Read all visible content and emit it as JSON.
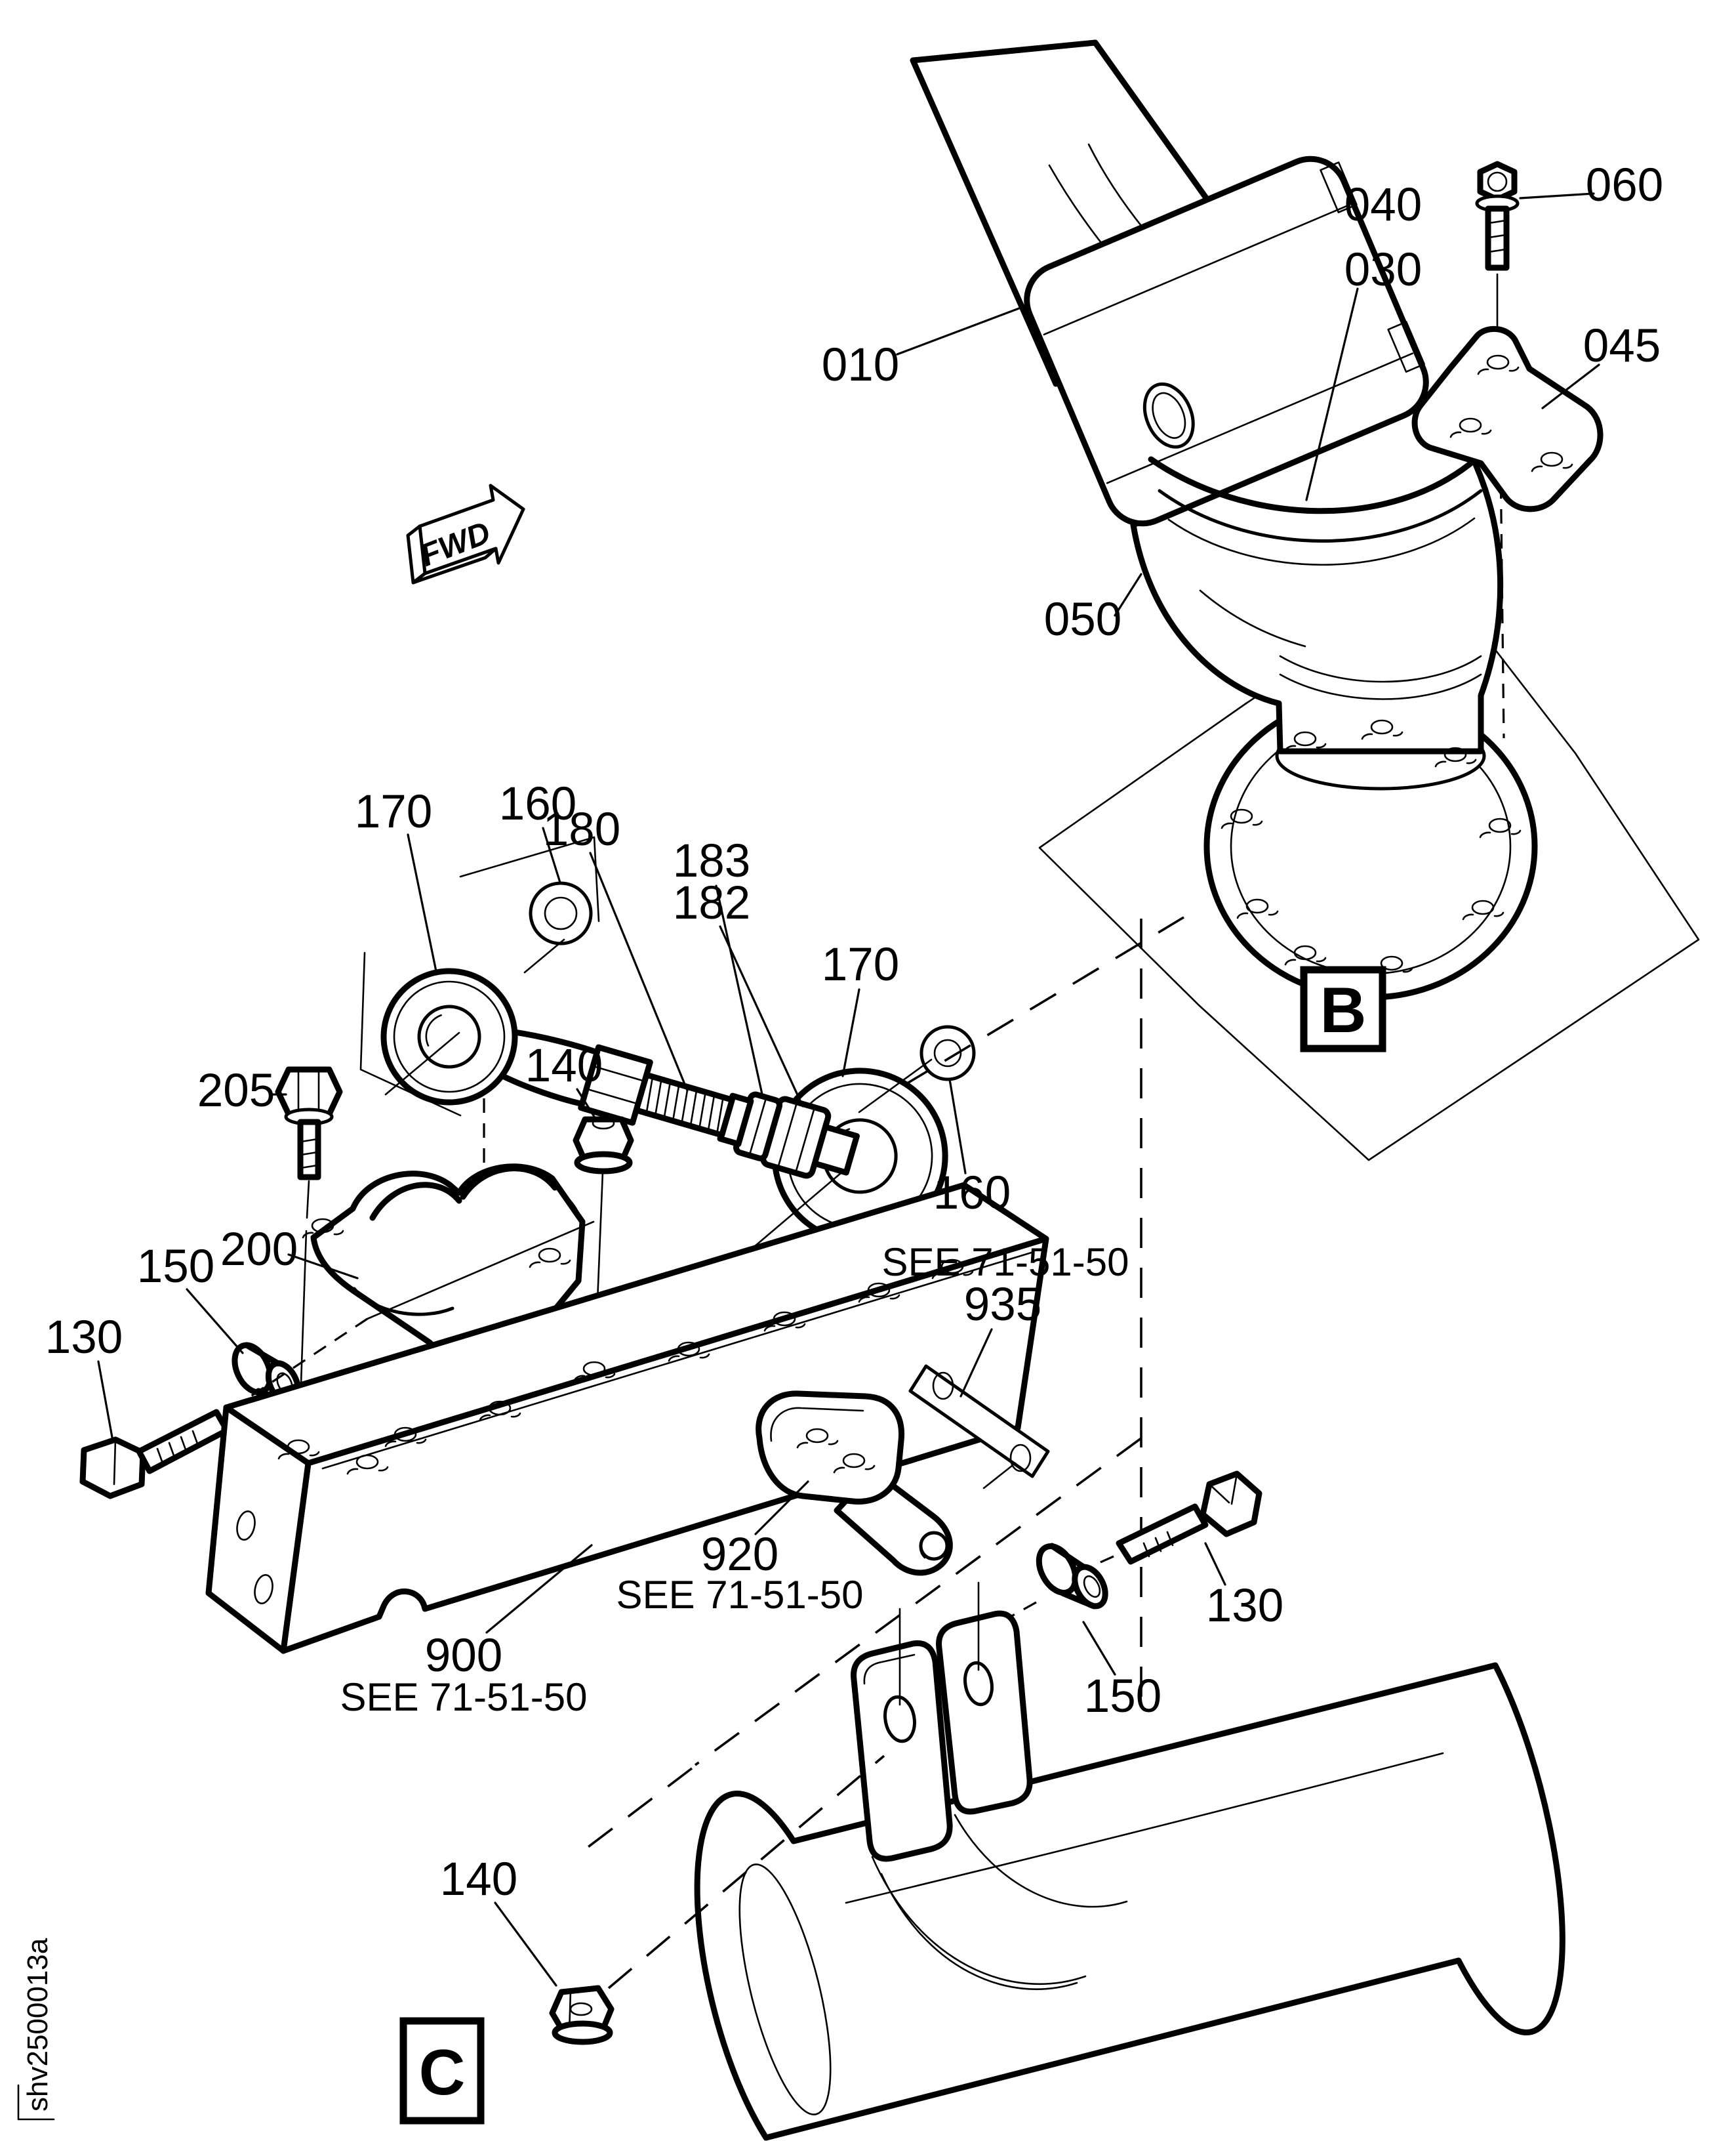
{
  "colors": {
    "ink": "#000000",
    "paper": "#ffffff"
  },
  "drawing": {
    "id_code": "shv2500013a"
  },
  "markers": {
    "fwd": "FWD",
    "section_b": "B",
    "section_c": "C"
  },
  "callouts": {
    "c010": "010",
    "c030": "030",
    "c040": "040",
    "c045": "045",
    "c050": "050",
    "c060": "060",
    "c130_left": "130",
    "c130_right": "130",
    "c140_mid": "140",
    "c140_bottom": "140",
    "c150_left": "150",
    "c150_right": "150",
    "c160_left": "160",
    "c160_right": "160",
    "c170_left": "170",
    "c170_right": "170",
    "c180": "180",
    "c182": "182",
    "c183": "183",
    "c200": "200",
    "c205": "205",
    "c900": "900",
    "c900_ref": "SEE 71-51-50",
    "c920": "920",
    "c920_ref": "SEE 71-51-50",
    "c935": "935",
    "c935_ref": "SEE 71-51-50"
  }
}
